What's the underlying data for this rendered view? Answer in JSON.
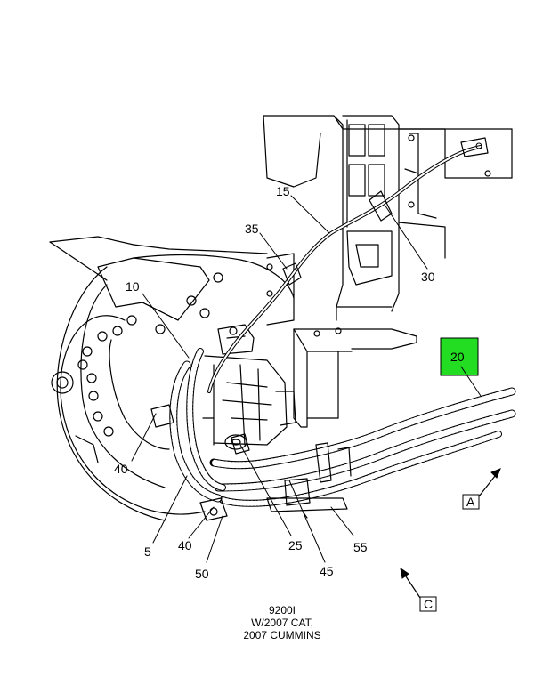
{
  "callouts": {
    "c10": "10",
    "c15": "15",
    "c35": "35",
    "c30": "30",
    "c20": "20",
    "c40a": "40",
    "c5": "5",
    "c40b": "40",
    "c50": "50",
    "c25": "25",
    "c45": "45",
    "c55": "55"
  },
  "view_labels": {
    "a": "A",
    "c": "C"
  },
  "caption": {
    "line1": "9200I",
    "line2": "W/2007 CAT,",
    "line3": "2007 CUMMINS"
  },
  "colors": {
    "highlight": "#22dd22",
    "ink": "#000000",
    "paper": "#ffffff"
  }
}
